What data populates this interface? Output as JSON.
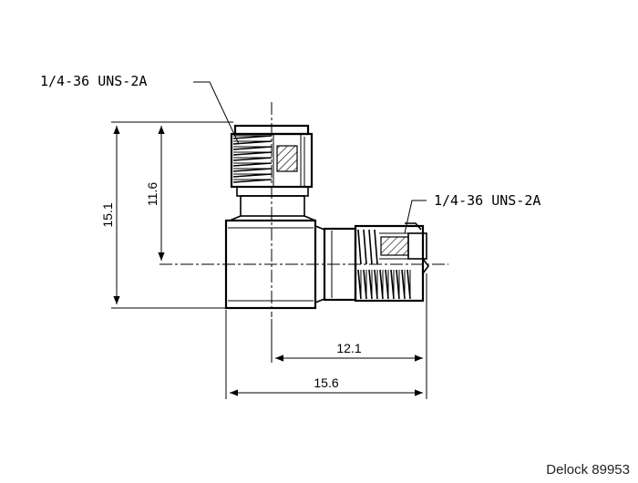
{
  "callouts": {
    "top_thread": "1/4-36 UNS-2A",
    "side_thread": "1/4-36 UNS-2A"
  },
  "dimensions": {
    "overall_height": "15.1",
    "axis_height": "11.6",
    "axis_to_end": "12.1",
    "overall_length": "15.6"
  },
  "watermark": "Delock 89953"
}
